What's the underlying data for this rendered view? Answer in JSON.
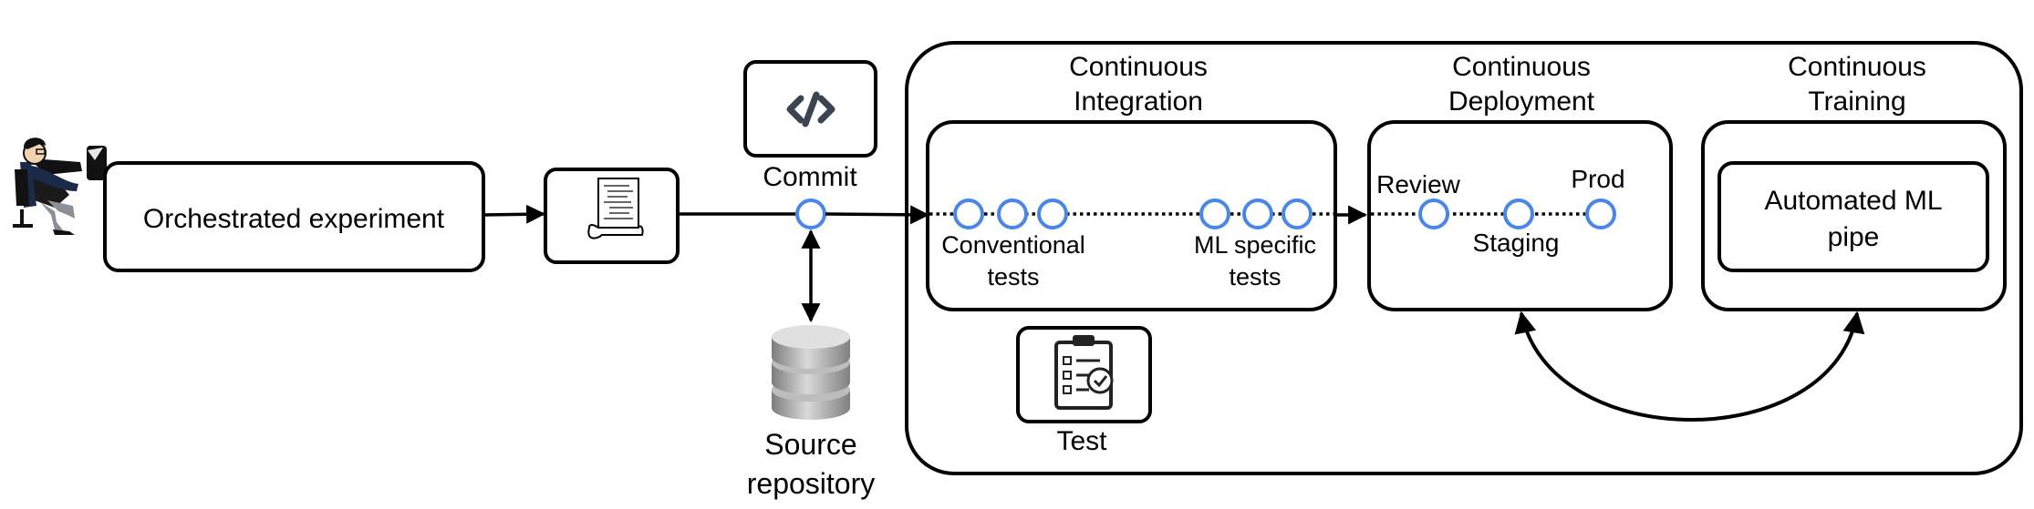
{
  "labels": {
    "orchestrated_experiment": "Orchestrated experiment",
    "commit": "Commit",
    "source_repository_line1": "Source",
    "source_repository_line2": "repository",
    "ci_title_line1": "Continuous",
    "ci_title_line2": "Integration",
    "cd_title_line1": "Continuous",
    "cd_title_line2": "Deployment",
    "ct_title_line1": "Continuous",
    "ct_title_line2": "Training",
    "conventional_tests_line1": "Conventional",
    "conventional_tests_line2": "tests",
    "ml_tests_line1": "ML specific",
    "ml_tests_line2": "tests",
    "review": "Review",
    "staging": "Staging",
    "prod": "Prod",
    "automated_pipe_line1": "Automated ML",
    "automated_pipe_line2": "pipe",
    "test": "Test"
  },
  "icons": {
    "developer": "person-at-computer-icon",
    "script": "document-scroll-icon",
    "code": "code-icon",
    "database": "database-icon",
    "checklist": "clipboard-checklist-icon"
  },
  "colors": {
    "stroke": "#000000",
    "node": "#4a86e8",
    "icon_dark": "#3d4451",
    "db_grey": "#9a9a9a"
  }
}
